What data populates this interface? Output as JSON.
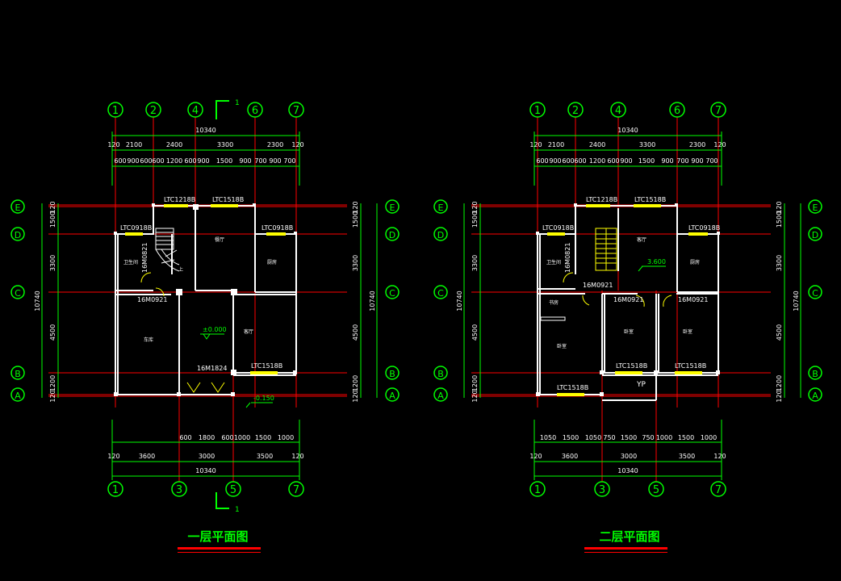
{
  "colors": {
    "background": "#000000",
    "dimension": "#00ff00",
    "axis_grid": "#ff0000",
    "wall": "#ffffff",
    "window": "#ffff00",
    "bubble": "#00ff00",
    "title": "#00ff00",
    "title_underline": "#ff0000",
    "room_text": "#ffffff"
  },
  "plans": [
    {
      "title": "一层平面图",
      "axes_top": [
        "1",
        "2",
        "4",
        "6",
        "7"
      ],
      "axes_bottom": [
        "1",
        "3",
        "5",
        "7"
      ],
      "axes_side": [
        "E",
        "D",
        "C",
        "B",
        "A"
      ],
      "overall_top": "10340",
      "top_dims_row1": [
        "120",
        "2100",
        "2400",
        "3300",
        "2300",
        "120"
      ],
      "top_dims_row2": [
        "600",
        "900",
        "600",
        "600",
        "1200",
        "600",
        "900",
        "1500",
        "900",
        "700",
        "900",
        "700"
      ],
      "bottom_dims_row1": [
        "600",
        "1800",
        "600",
        "1000",
        "1500",
        "1000"
      ],
      "bottom_dims_row2": [
        "120",
        "3600",
        "3000",
        "3500",
        "120"
      ],
      "overall_bottom": "10340",
      "side_dims": [
        "120",
        "1500",
        "3300",
        "4500",
        "1200",
        "120"
      ],
      "side_overall": "10740",
      "section_mark": "1",
      "windows": [
        "LTC1218B",
        "LTC1518B",
        "LTC0918B",
        "LTC0918B",
        "LTC1518B"
      ],
      "doors": [
        "16M0821",
        "16M0921",
        "16M1824"
      ],
      "rooms": [
        "卫生间",
        "餐厅",
        "厨房",
        "车库",
        "客厅",
        "上"
      ],
      "elevations": [
        "±0.000",
        "-0.150"
      ]
    },
    {
      "title": "二层平面图",
      "axes_top": [
        "1",
        "2",
        "4",
        "6",
        "7"
      ],
      "axes_bottom": [
        "1",
        "3",
        "5",
        "7"
      ],
      "axes_side": [
        "E",
        "D",
        "C",
        "B",
        "A"
      ],
      "overall_top": "10340",
      "top_dims_row1": [
        "120",
        "2100",
        "2400",
        "3300",
        "2300",
        "120"
      ],
      "top_dims_row2": [
        "600",
        "900",
        "600",
        "600",
        "1200",
        "600",
        "900",
        "1500",
        "900",
        "700",
        "900",
        "700"
      ],
      "bottom_dims_row1": [
        "1050",
        "1500",
        "1050",
        "750",
        "1500",
        "750",
        "1000",
        "1500",
        "1000"
      ],
      "bottom_dims_row2": [
        "120",
        "3600",
        "3000",
        "3500",
        "120"
      ],
      "overall_bottom": "10340",
      "side_dims": [
        "120",
        "1500",
        "3300",
        "4500",
        "1200",
        "120"
      ],
      "side_overall": "10740",
      "windows": [
        "LTC1218B",
        "LTC1518B",
        "LTC0918B",
        "LTC0918B",
        "LTC1518B",
        "LTC1518B",
        "LTC1518B"
      ],
      "doors": [
        "16M0821",
        "16M0921",
        "16M0921",
        "16M0921"
      ],
      "rooms": [
        "卫生间",
        "客厅",
        "厨房",
        "书房",
        "卧室",
        "卧室",
        "卧室",
        "YP"
      ],
      "elevations": [
        "3.600"
      ]
    }
  ]
}
